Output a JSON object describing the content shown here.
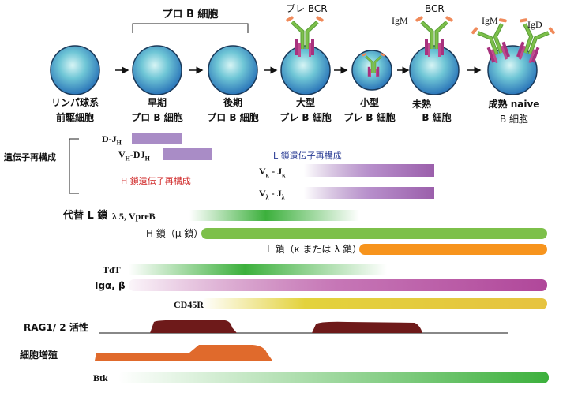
{
  "title": "B細胞の分化",
  "stages": {
    "pro_b_group": "プロ B 細胞",
    "cells": [
      {
        "line1": "リンパ球系",
        "line2": "前駆細胞"
      },
      {
        "line1": "早期",
        "line2": "プロ B 細胞"
      },
      {
        "line1": "後期",
        "line2": "プロ B 細胞"
      },
      {
        "line1": "大型",
        "line2": "プレ B 細胞"
      },
      {
        "line1": "小型",
        "line2": "プレ B 細胞"
      },
      {
        "line1": "未熟",
        "line2": "B 細胞"
      },
      {
        "line1": "成熟 naive",
        "line2": "B 細胞"
      }
    ],
    "receptors": {
      "pre_bcr": "プレ BCR",
      "bcr": "BCR",
      "igm1": "IgM",
      "igm2": "IgM",
      "igd": "IgD"
    }
  },
  "rearrangement": {
    "label": "遺伝子再構成",
    "h_chain_label": "H 鎖遺伝子再構成",
    "l_chain_label": "L 鎖遺伝子再構成",
    "dj": "D-J",
    "dj_sub": "H",
    "vdj_v": "V",
    "vdj_v_sub": "H",
    "vdj_rest": "-DJ",
    "vdj_sub": "H",
    "vk": "V",
    "vk_sub": "κ",
    "jk": " - J",
    "jk_sub": "κ",
    "vl": "V",
    "vl_sub": "λ",
    "jl": " - J",
    "jl_sub": "λ"
  },
  "expression": {
    "surrogate_l": "代替 L 鎖",
    "surrogate_l_detail": "λ 5, VpreB",
    "h_chain": "H 鎖（μ 鎖）",
    "l_chain": "L 鎖（κ または λ 鎖）",
    "tdt": "TdT",
    "ig_ab": "Igα, β",
    "cd45r": "CD45R",
    "rag": "RAG1/ 2 活性",
    "proliferation": "細胞増殖",
    "btk": "Btk"
  },
  "colors": {
    "purple": "#9b6fb3",
    "green": "#7dc04a",
    "orange": "#f7941d",
    "magenta": "#b0479a",
    "yellow": "#e3d23c",
    "maroon": "#6e1a1a",
    "prolif": "#e06a2c"
  }
}
